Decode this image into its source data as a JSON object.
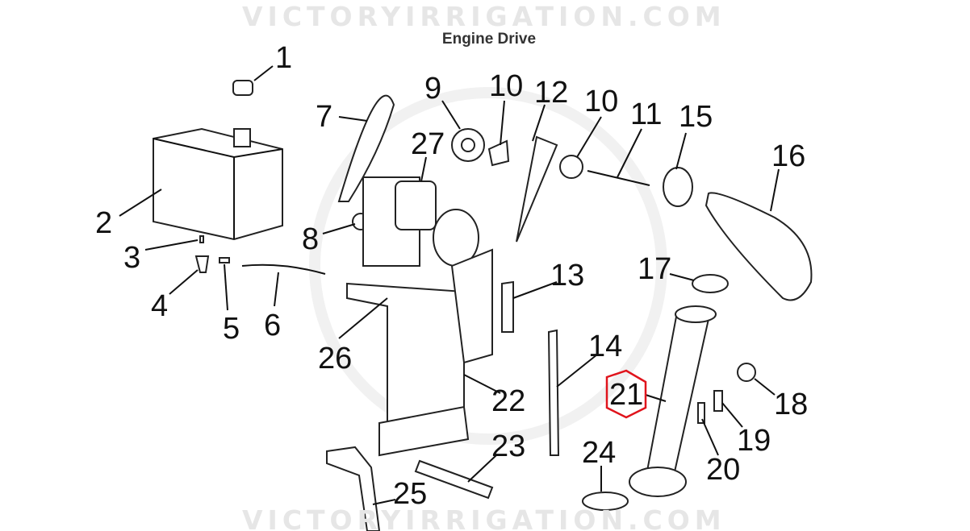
{
  "title": "Engine Drive",
  "watermark": "VICTORYIRRIGATION.COM",
  "highlight_color": "#e0141c",
  "highlighted_part": "21",
  "labels": [
    "1",
    "2",
    "3",
    "4",
    "5",
    "6",
    "7",
    "8",
    "9",
    "10",
    "12",
    "10",
    "11",
    "15",
    "16",
    "17",
    "13",
    "14",
    "26",
    "22",
    "21",
    "18",
    "19",
    "20",
    "24",
    "23",
    "25",
    "27"
  ]
}
